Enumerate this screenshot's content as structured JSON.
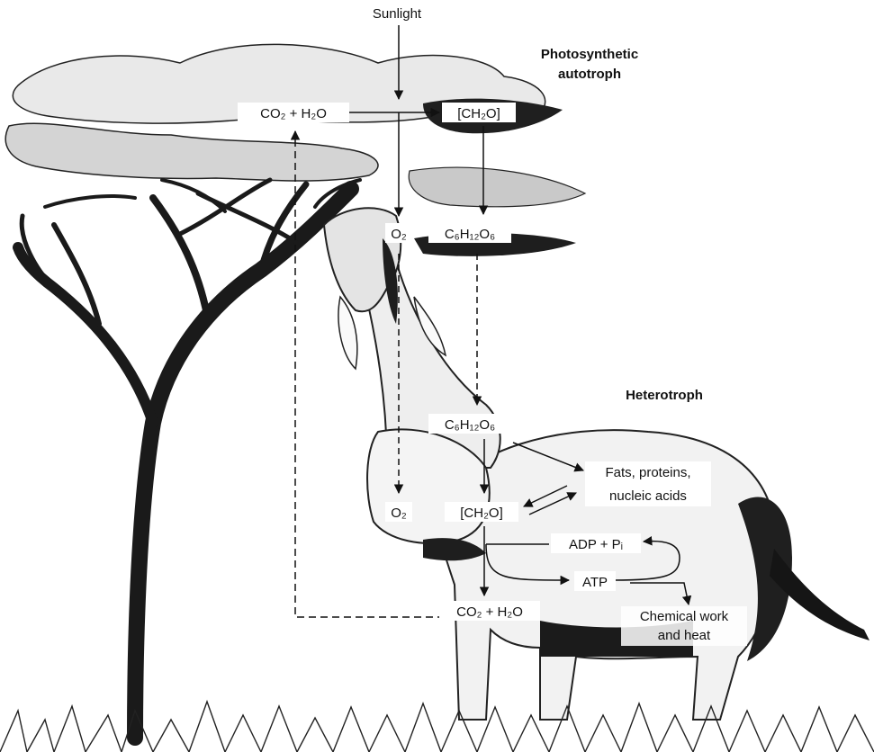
{
  "labels": {
    "sunlight": "Sunlight",
    "autotroph_line1": "Photosynthetic",
    "autotroph_line2": "autotroph",
    "heterotroph": "Heterotroph",
    "co2_h2o_top": "CO₂ + H₂O",
    "ch2o_top": "[CH₂O]",
    "o2_top": "O₂",
    "glucose_top": "C₆H₁₂O₆",
    "glucose_mid": "C₆H₁₂O₆",
    "o2_mid": "O₂",
    "ch2o_mid": "[CH₂O]",
    "fats_line1": "Fats, proteins,",
    "fats_line2": "nucleic acids",
    "adp": "ADP + Pᵢ",
    "atp": "ATP",
    "co2_h2o_bottom": "CO₂ + H₂O",
    "work_line1": "Chemical work",
    "work_line2": "and heat"
  },
  "colors": {
    "ink": "#111111",
    "shade": "#2a2a2a",
    "background": "#ffffff"
  }
}
